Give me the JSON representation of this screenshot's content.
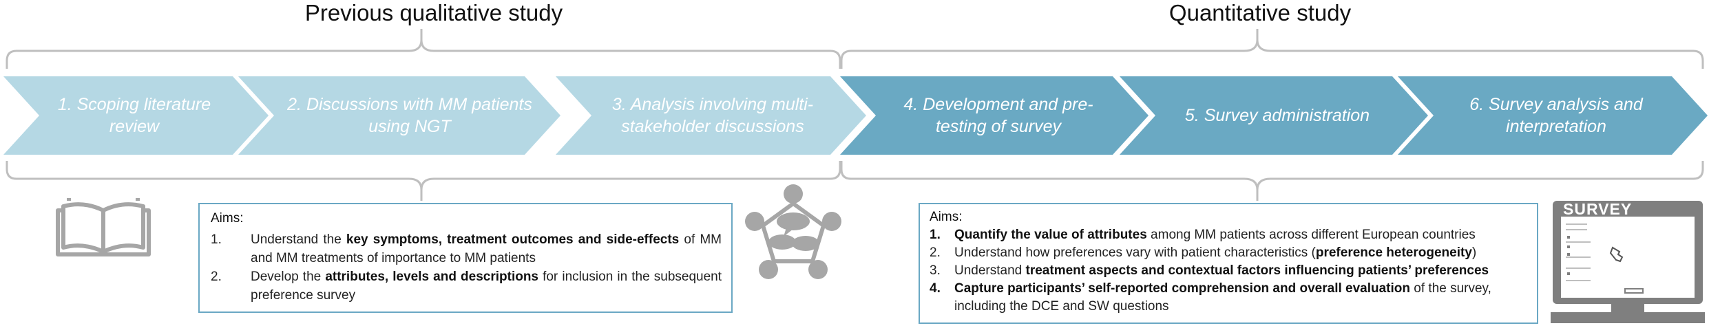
{
  "phases": {
    "left_title": "Previous qualitative study",
    "right_title": "Quantitative study"
  },
  "steps": [
    {
      "text": "1. Scoping literature review"
    },
    {
      "text": "2. Discussions with MM patients using NGT"
    },
    {
      "text": "3. Analysis involving multi-stakeholder discussions"
    },
    {
      "text": "4. Development and pre-testing of survey"
    },
    {
      "text": "5. Survey administration"
    },
    {
      "text": "6. Survey analysis and interpretation"
    }
  ],
  "colors": {
    "light_chevron": "#b5d8e4",
    "dark_chevron": "#6aa9c3",
    "bracket": "#bfbfbf",
    "icon_gray": "#a6a6a6",
    "box_border": "#6aa8c4"
  },
  "aims_left": {
    "title": "Aims:",
    "items": [
      {
        "num": "1.",
        "pre": "Understand the ",
        "bold": "key symptoms, treatment outcomes and side-effects",
        "post": " of MM and MM treatments of importance to MM patients"
      },
      {
        "num": "2.",
        "pre": "Develop the ",
        "bold": "attributes, levels and descriptions",
        "post": " for inclusion in the subsequent preference survey"
      }
    ]
  },
  "aims_right": {
    "title": "Aims:",
    "items": [
      {
        "num": "1.",
        "pre": "",
        "bold": "Quantify the value of attributes",
        "post": " among MM patients across different European countries",
        "bold_num": true
      },
      {
        "num": "2.",
        "pre": "Understand how preferences vary with patient characteristics (",
        "bold": "preference heterogeneity",
        "post": ")",
        "bold_num": false
      },
      {
        "num": "3.",
        "pre": "Understand ",
        "bold": "treatment aspects and contextual factors influencing patients’ preferences",
        "post": "",
        "bold_num": false
      },
      {
        "num": "4.",
        "pre": "",
        "bold": "Capture participants’ self-reported comprehension and overall evaluation",
        "post": " of the survey, including the DCE and SW questions",
        "bold_num": true
      }
    ]
  },
  "icons": {
    "book": "open-book-icon",
    "discussion": "group-discussion-icon",
    "survey_screen_title": "SURVEY"
  }
}
